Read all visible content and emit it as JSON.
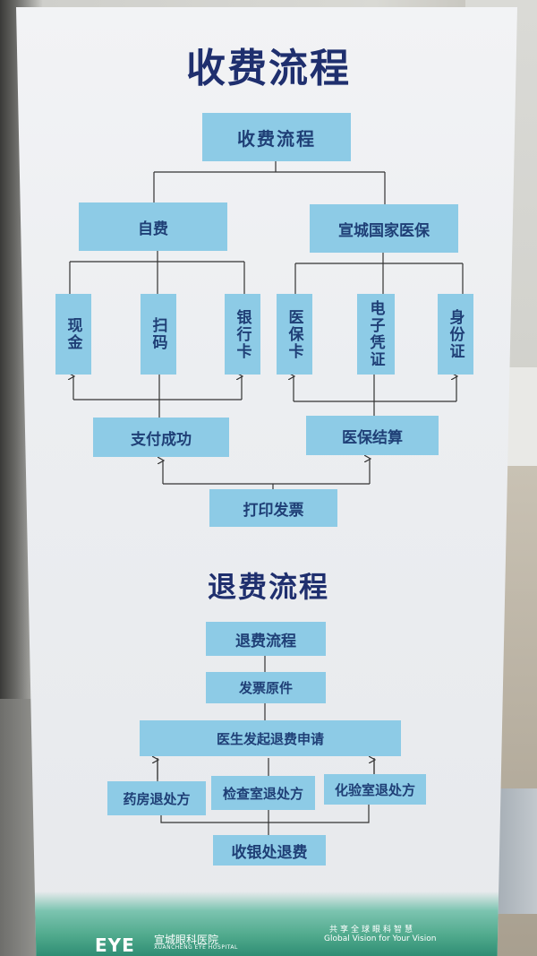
{
  "charge": {
    "title": "收费流程",
    "root": "收费流程",
    "branches": [
      {
        "label": "自费",
        "methods": [
          "现金",
          "扫码",
          "银行卡"
        ],
        "result": "支付成功"
      },
      {
        "label": "宣城国家医保",
        "methods": [
          "医保卡",
          "电子凭证",
          "身份证"
        ],
        "result": "医保结算"
      }
    ],
    "final": "打印发票"
  },
  "refund": {
    "title": "退费流程",
    "steps": [
      "退费流程",
      "发票原件",
      "医生发起退费申请"
    ],
    "departments": [
      "药房退处方",
      "检查室退处方",
      "化验室退处方"
    ],
    "final": "收银处退费"
  },
  "footer": {
    "logo_mark": "EYE",
    "hospital_name": "宣城眼科医院",
    "hospital_name_en": "XUANCHENG EYE HOSPITAL",
    "slogan_cn": "共享全球眼科智慧",
    "slogan_en": "Global Vision for Your Vision"
  },
  "colors": {
    "box": "#8dcbe6",
    "text": "#1f3f76",
    "title": "#1f2f6e",
    "line": "#333333",
    "footer": "#4ea88b"
  }
}
